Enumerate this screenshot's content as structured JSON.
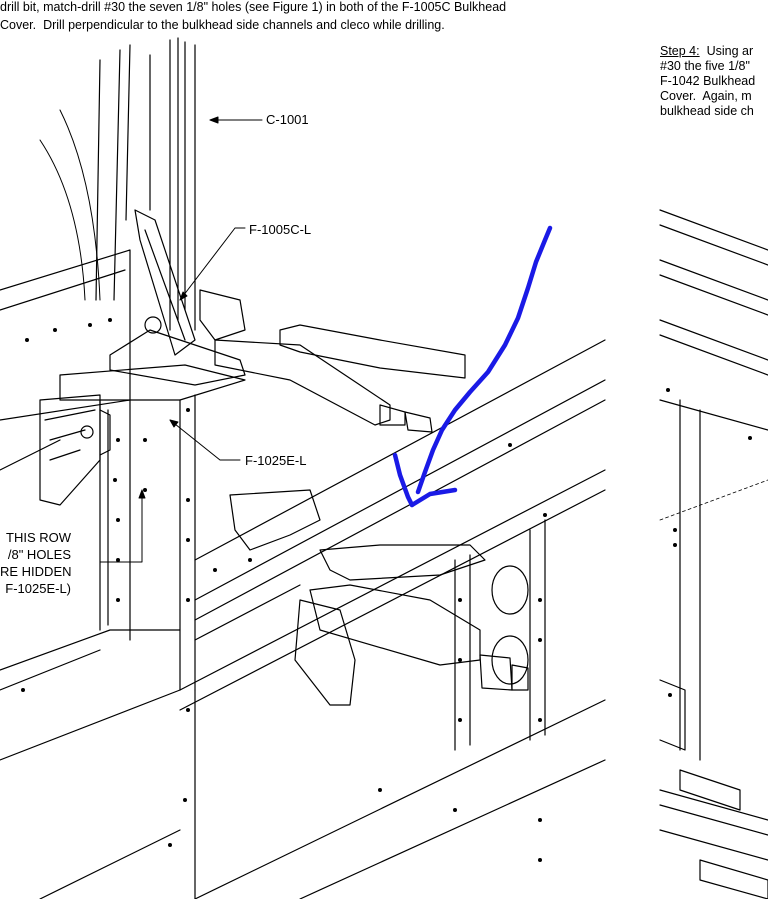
{
  "instructions_left": {
    "line1": "drill bit, match-drill #30 the seven 1/8\" holes (see Figure 1) in both of the F-1005C Bulkhead",
    "line2": "Cover.  Drill perpendicular to the bulkhead side channels and cleco while drilling."
  },
  "instructions_right": {
    "step_label": "Step 4:",
    "line1": "  Using ar",
    "line2": "#30 the five 1/8\"",
    "line3": "F-1042 Bulkhead",
    "line4": "Cover.  Again, m",
    "line5": "bulkhead side ch"
  },
  "callouts": {
    "c1001": "C-1001",
    "f1005c_l": "F-1005C-L",
    "f1025e_l": "F-1025E-L",
    "note_line1": "THIS ROW",
    "note_line2": "/8\" HOLES",
    "note_line3": "RE HIDDEN",
    "note_line4": "F-1025E-L)"
  },
  "annotation": {
    "arrow_color": "#1a1ae6"
  }
}
